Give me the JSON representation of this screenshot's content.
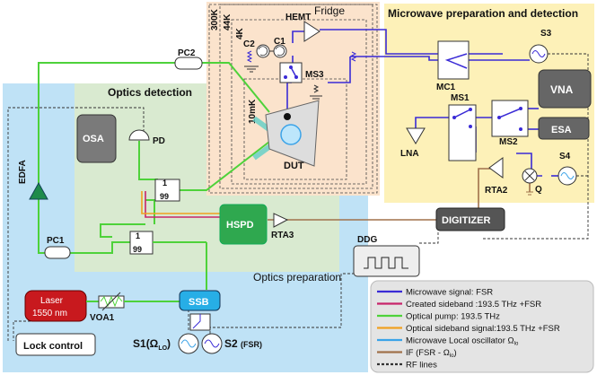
{
  "regions": {
    "fridge": "Fridge",
    "microwave": "Microwave preparation and detection",
    "optics_detection": "Optics detection",
    "optics_preparation": "Optics preparation",
    "temps": [
      "300K",
      "44K",
      "4K",
      "10mK"
    ]
  },
  "components": {
    "hemt": "HEMT",
    "c1": "C1",
    "c2": "C2",
    "ms3": "MS3",
    "dut": "DUT",
    "pc1": "PC1",
    "pc2": "PC2",
    "osa": "OSA",
    "pd": "PD",
    "edfa": "EDFA",
    "split_top": [
      "1",
      "99"
    ],
    "split_bottom": [
      "1",
      "99"
    ],
    "hspd": "HSPD",
    "rta3": "RTA3",
    "digitizer": "DIGITIZER",
    "ddg": "DDG",
    "mc1": "MC1",
    "ms1": "MS1",
    "ms2": "MS2",
    "vna": "VNA",
    "esa": "ESA",
    "lna": "LNA",
    "rta2": "RTA2",
    "q": "Q",
    "s3": "S3",
    "s4": "S4",
    "laser_line1": "Laser",
    "laser_line2": "1550 nm",
    "voa1": "VOA1",
    "ssb": "SSB",
    "lock_control": "Lock control",
    "s1": "S1",
    "s1_param": "(Ω",
    "s1_sub": "LO",
    "s1_close": ")",
    "s2": "S2",
    "s2_param": "(FSR)"
  },
  "legend": [
    {
      "label": "Microwave signal: FSR",
      "color": "#3a2bd6",
      "style": "solid"
    },
    {
      "label": "Created sideband :193.5 THz +FSR",
      "color": "#c8246a",
      "style": "solid"
    },
    {
      "label": "Optical pump: 193.5 THz",
      "color": "#4ed23a",
      "style": "solid"
    },
    {
      "label": "Optical sideband signal:193.5 THz +FSR",
      "color": "#f0a020",
      "style": "solid"
    },
    {
      "label": "Microwave Local oscillator Ω",
      "label_sub": "lo",
      "color": "#3ba3e8",
      "style": "solid"
    },
    {
      "label": "IF (FSR - Ω",
      "label_sub": "lo",
      "label_after": ")",
      "color": "#a0714a",
      "style": "solid"
    },
    {
      "label": "RF lines",
      "color": "#333333",
      "style": "dashed"
    }
  ],
  "colors": {
    "microwave": "#3a2bd6",
    "pump": "#4ed23a",
    "sideband_created": "#c8246a",
    "sideband_signal": "#f0a020",
    "lo": "#3ba3e8",
    "if": "#a0714a",
    "fridge_bg": "#fbe3cc",
    "microwave_bg": "#fdf1b8",
    "optics_det_bg": "#d9ead0",
    "optics_prep_bg": "#bfe2f6",
    "laser": "#c8191e",
    "edfa": "#1e8b4b",
    "ssb": "#27aee6",
    "hspd": "#2fa84f",
    "box_dark": "#555555",
    "box_mid": "#7a7a7a"
  }
}
